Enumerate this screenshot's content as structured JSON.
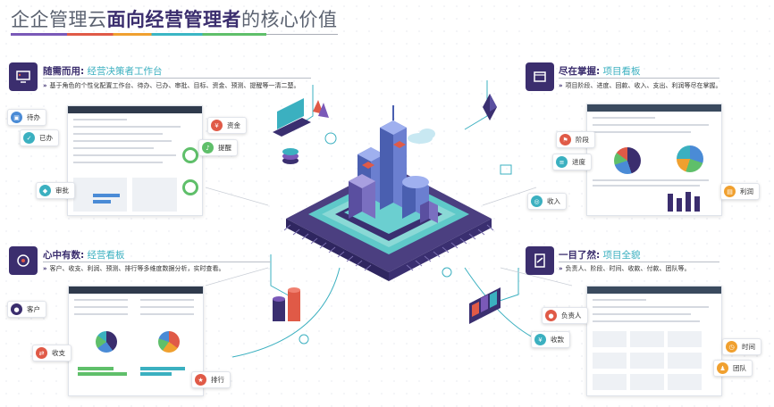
{
  "title": {
    "part1": "企企管理云",
    "part2": "面向经营管理者",
    "part3": "的核心价值"
  },
  "sections": [
    {
      "key": "随需而用:",
      "value": "经营决策者工作台",
      "desc": "基于角色的个性化配置工作台、待办、已办、审批、目标、资金、预测、提醒等一清二楚。"
    },
    {
      "key": "尽在掌握:",
      "value": "项目看板",
      "desc": "项目阶段、进度、回款、收入、支出、利润等尽在掌握。"
    },
    {
      "key": "心中有数:",
      "value": "经营看板",
      "desc": "客户、收支、利润、预测、排行等多维度数据分析，实时查看。"
    },
    {
      "key": "一目了然:",
      "value": "项目全貌",
      "desc": "负责人、阶段、时间、收款、付款、团队等。"
    }
  ],
  "labels": {
    "todo": "待办",
    "done": "已办",
    "approve": "审批",
    "funds": "资金",
    "remind": "提醒",
    "stage": "阶段",
    "progress": "进度",
    "income": "收入",
    "profit": "利润",
    "customer": "客户",
    "revexp": "收支",
    "rank": "排行",
    "owner": "负责人",
    "collect": "收款",
    "time": "时间",
    "team": "团队"
  },
  "colors": {
    "brand": "#3b2e6e",
    "accent": "#3bb0c0",
    "red": "#e05a47",
    "green": "#5fbf6a",
    "orange": "#f0a02f",
    "blue": "#4a8bd6"
  },
  "icons": {
    "section1": "monitor-icon",
    "section2": "box-icon",
    "section3": "target-icon",
    "section4": "document-icon"
  }
}
